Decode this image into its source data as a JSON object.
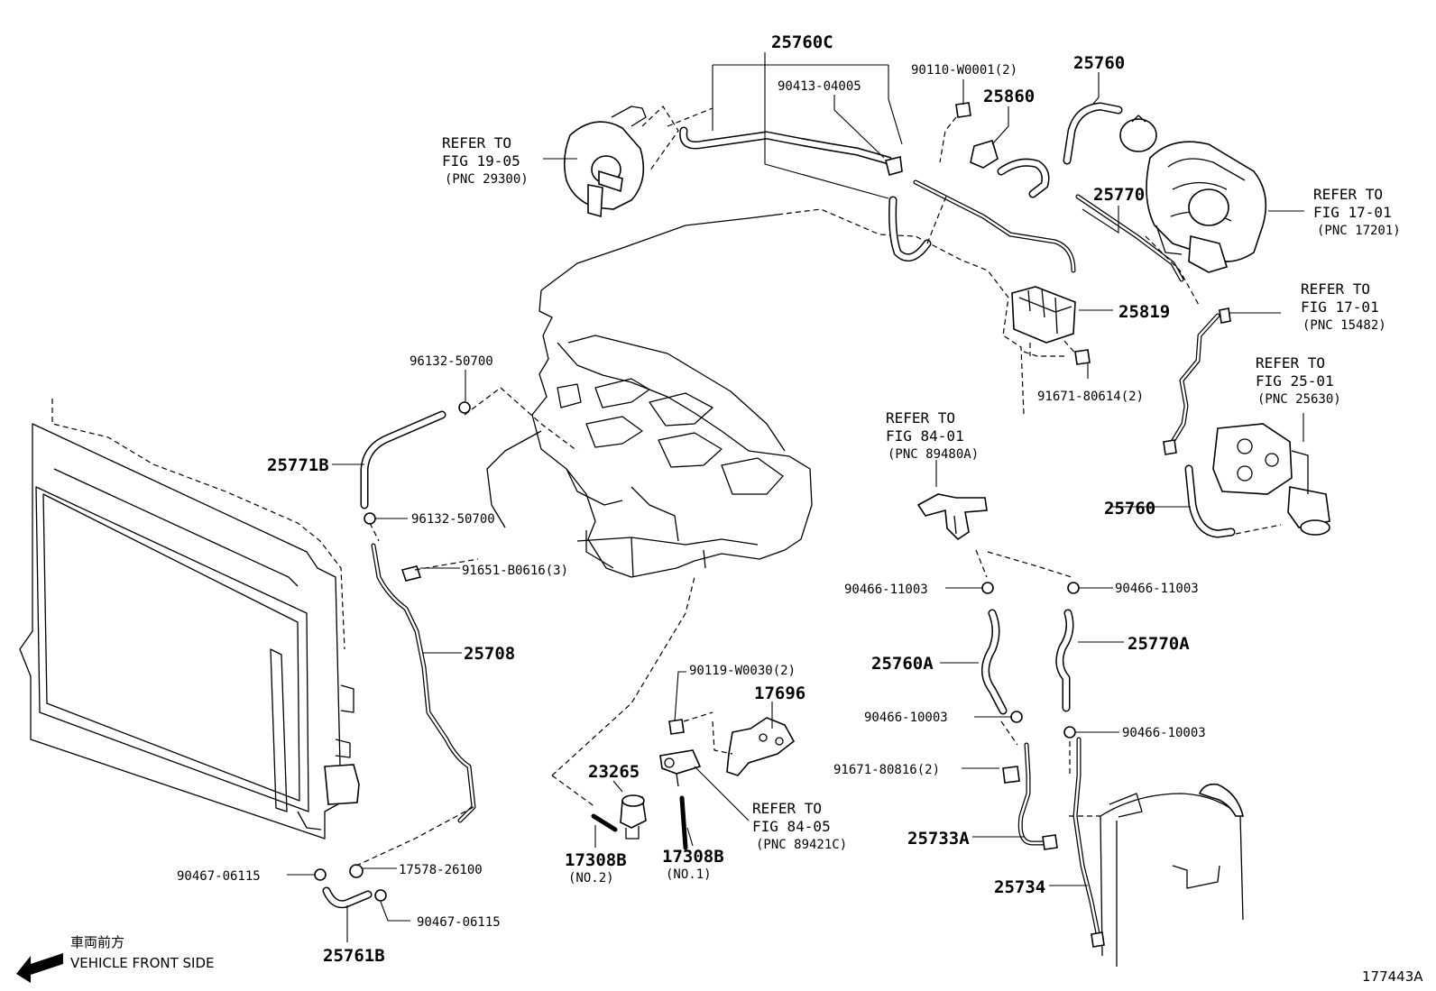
{
  "diagram_id": "177443A",
  "front_note": {
    "jp": "車両前方",
    "en": "VEHICLE FRONT SIDE"
  },
  "labels": {
    "p25760C": "25760C",
    "p90413": "90413-04005",
    "p90110": "90110-W0001(2)",
    "p25860": "25860",
    "p25760_top": "25760",
    "p25770": "25770",
    "p25819": "25819",
    "p91671_80614": "91671-80614(2)",
    "p96132_top": "96132-50700",
    "p25771B": "25771B",
    "p96132_bot": "96132-50700",
    "p91651": "91651-B0616(3)",
    "p25708": "25708",
    "p90467_a": "90467-06115",
    "p17578": "17578-26100",
    "p90467_b": "90467-06115",
    "p25761B": "25761B",
    "p90119": "90119-W0030(2)",
    "p17696": "17696",
    "p23265": "23265",
    "p17308B_2": "17308B",
    "p17308B_2_no": "(NO.2)",
    "p17308B_1": "17308B",
    "p17308B_1_no": "(NO.1)",
    "p90466_11003_a": "90466-11003",
    "p90466_11003_b": "90466-11003",
    "p25760A": "25760A",
    "p25770A": "25770A",
    "p90466_10003_a": "90466-10003",
    "p90466_10003_b": "90466-10003",
    "p91671_80816": "91671-80816(2)",
    "p25733A": "25733A",
    "p25734": "25734",
    "p25760_bot": "25760"
  },
  "refs": {
    "r1": {
      "l1": "REFER TO",
      "l2": "FIG 19-05",
      "l3": "(PNC 29300)"
    },
    "r2": {
      "l1": "REFER TO",
      "l2": "FIG 17-01",
      "l3": "(PNC 17201)"
    },
    "r3": {
      "l1": "REFER TO",
      "l2": "FIG 17-01",
      "l3": "(PNC 15482)"
    },
    "r4": {
      "l1": "REFER TO",
      "l2": "FIG 25-01",
      "l3": "(PNC 25630)"
    },
    "r5": {
      "l1": "REFER TO",
      "l2": "FIG 84-01",
      "l3": "(PNC 89480A)"
    },
    "r6": {
      "l1": "REFER TO",
      "l2": "FIG 84-05",
      "l3": "(PNC 89421C)"
    }
  }
}
